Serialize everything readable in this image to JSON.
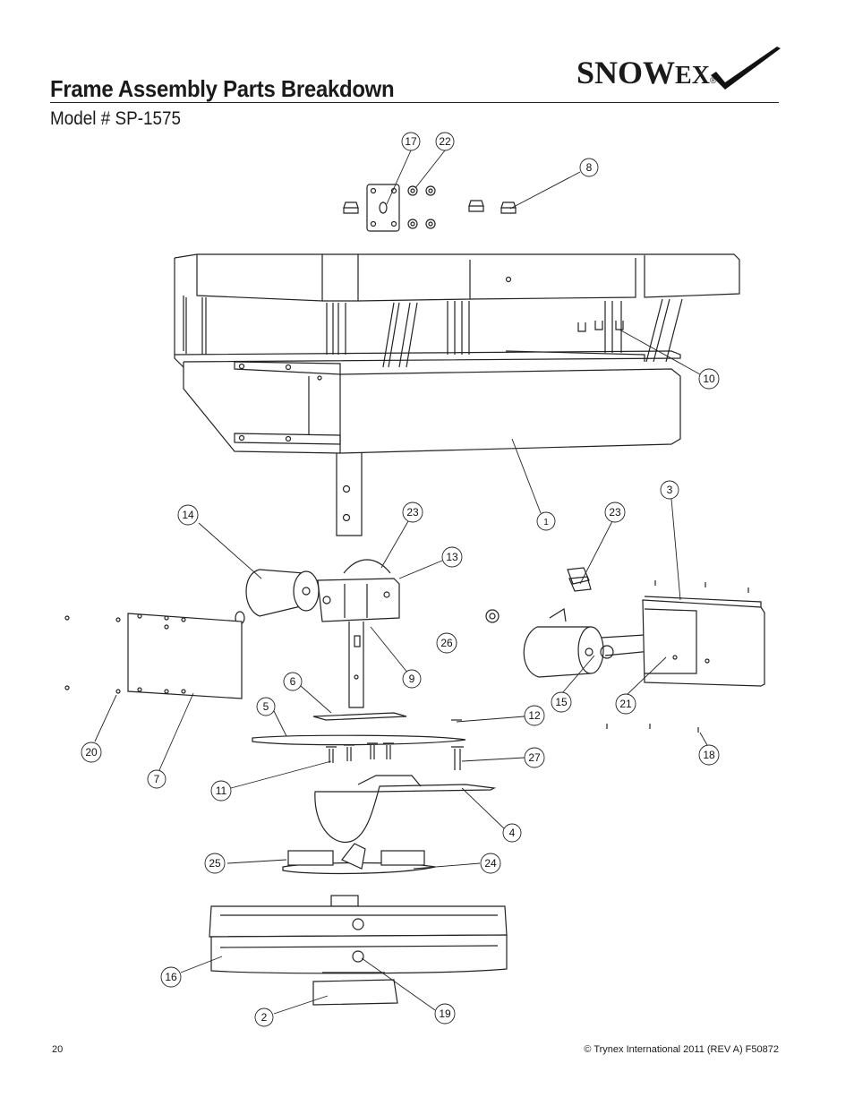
{
  "header": {
    "title": "Frame Assembly Parts Breakdown",
    "subtitle": "Model # SP-1575",
    "logo_main": "SNOW",
    "logo_ex": "EX",
    "logo_mark": "®"
  },
  "footer": {
    "page_number": "20",
    "copyright": "© Trynex International 2011  (REV A) F50872"
  },
  "callouts": [
    {
      "id": "c17",
      "label": "17"
    },
    {
      "id": "c22",
      "label": "22"
    },
    {
      "id": "c8",
      "label": "8"
    },
    {
      "id": "c10",
      "label": "10"
    },
    {
      "id": "c1",
      "label": "1"
    },
    {
      "id": "c3",
      "label": "3"
    },
    {
      "id": "c14",
      "label": "14"
    },
    {
      "id": "c23a",
      "label": "23"
    },
    {
      "id": "c23b",
      "label": "23"
    },
    {
      "id": "c13",
      "label": "13"
    },
    {
      "id": "c26",
      "label": "26"
    },
    {
      "id": "c9",
      "label": "9"
    },
    {
      "id": "c6",
      "label": "6"
    },
    {
      "id": "c5",
      "label": "5"
    },
    {
      "id": "c12",
      "label": "12"
    },
    {
      "id": "c15",
      "label": "15"
    },
    {
      "id": "c21",
      "label": "21"
    },
    {
      "id": "c18",
      "label": "18"
    },
    {
      "id": "c20",
      "label": "20"
    },
    {
      "id": "c7",
      "label": "7"
    },
    {
      "id": "c11",
      "label": "11"
    },
    {
      "id": "c27",
      "label": "27"
    },
    {
      "id": "c4",
      "label": "4"
    },
    {
      "id": "c25",
      "label": "25"
    },
    {
      "id": "c24",
      "label": "24"
    },
    {
      "id": "c16",
      "label": "16"
    },
    {
      "id": "c2",
      "label": "2"
    },
    {
      "id": "c19",
      "label": "19"
    }
  ]
}
